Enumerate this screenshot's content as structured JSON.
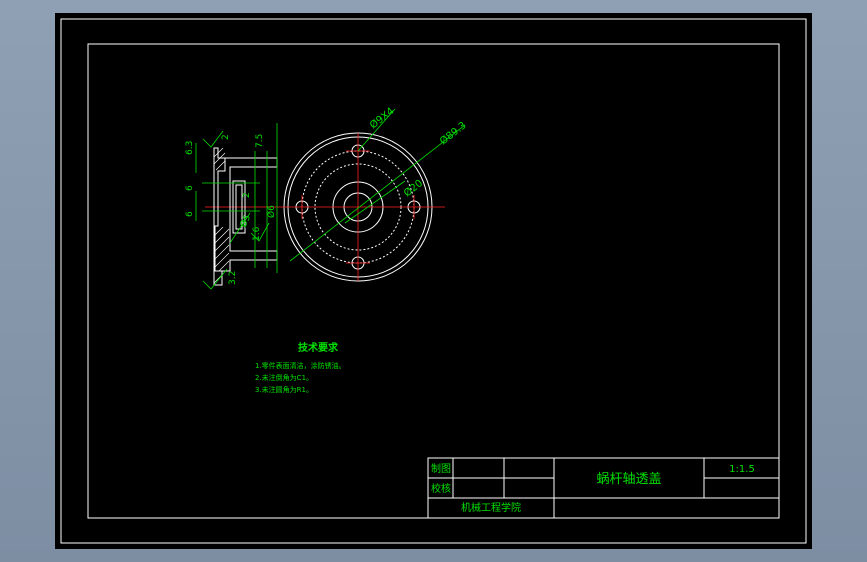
{
  "drawing": {
    "title": "蜗杆轴透盖",
    "scale": "1:1.5",
    "school": "机械工程学院",
    "row_labels": [
      "制图",
      "校核"
    ]
  },
  "tech": {
    "heading": "技术要求",
    "notes": [
      "1.零件表面清洁，涂防锈油。",
      "2.未注倒角为C1。",
      "3.未注圆角为R1。"
    ]
  },
  "dims": {
    "hole": "Ø9X4",
    "outer": "Ø89.3",
    "inner": "Ø20",
    "dia": "Ø6",
    "seal": "Ø5",
    "rough_top": "6.3",
    "rough_bottom": "3.2",
    "rough_side": "1.6",
    "t2a": "2",
    "t75": "7.5",
    "t2b": "2",
    "t6a": "6",
    "t6b": "6"
  }
}
